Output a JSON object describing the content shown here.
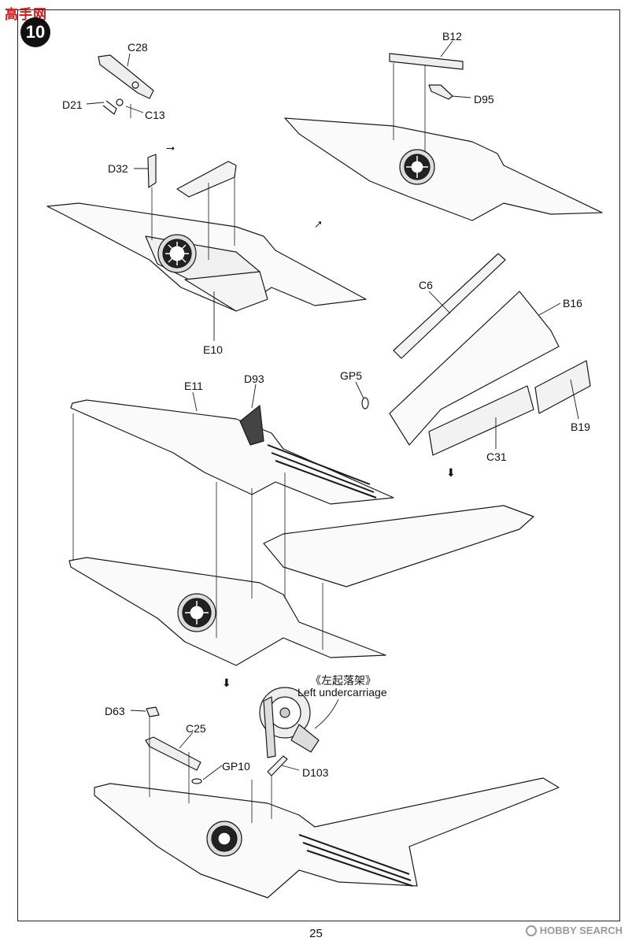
{
  "header": {
    "site_watermark": "高手网",
    "step_number": "10"
  },
  "footer": {
    "page_number": "25",
    "watermark": "HOBBY SEARCH"
  },
  "callouts": {
    "c28": "C28",
    "d21": "D21",
    "c13": "C13",
    "d32": "D32",
    "e10": "E10",
    "b12": "B12",
    "d95": "D95",
    "c6": "C6",
    "b16": "B16",
    "gp5": "GP5",
    "c31": "C31",
    "b19": "B19",
    "e11": "E11",
    "d93": "D93",
    "d63": "D63",
    "c25": "C25",
    "gp10": "GP10",
    "d103": "D103"
  },
  "subassembly": {
    "title_cn": "《左起落架》",
    "title_en": "Left undercarriage"
  }
}
